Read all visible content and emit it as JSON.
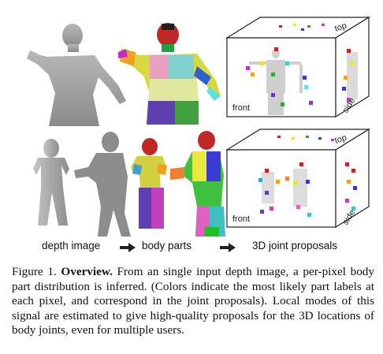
{
  "figure": {
    "stage_labels": {
      "depth": "depth image",
      "parts": "body parts",
      "proposals": "3D joint proposals"
    },
    "box_labels": {
      "front": "front",
      "side": "side",
      "top": "top"
    },
    "colors": {
      "depth_silhouette": "#9a9a9a",
      "part_palette": [
        "#e6e63a",
        "#3a9a3a",
        "#e03030",
        "#3a3ad0",
        "#c040c0",
        "#40c0c0",
        "#f08030",
        "#80c040",
        "#8040a0",
        "#c0c0c0"
      ]
    }
  },
  "caption": {
    "figure_number": "Figure 1.",
    "title": "Overview.",
    "text": "From an single input depth image, a per-pixel body part distribution is inferred. (Colors indicate the most likely part labels at each pixel, and correspond in the joint proposals). Local modes of this signal are estimated to give high-quality proposals for the 3D locations of body joints, even for multiple users."
  }
}
